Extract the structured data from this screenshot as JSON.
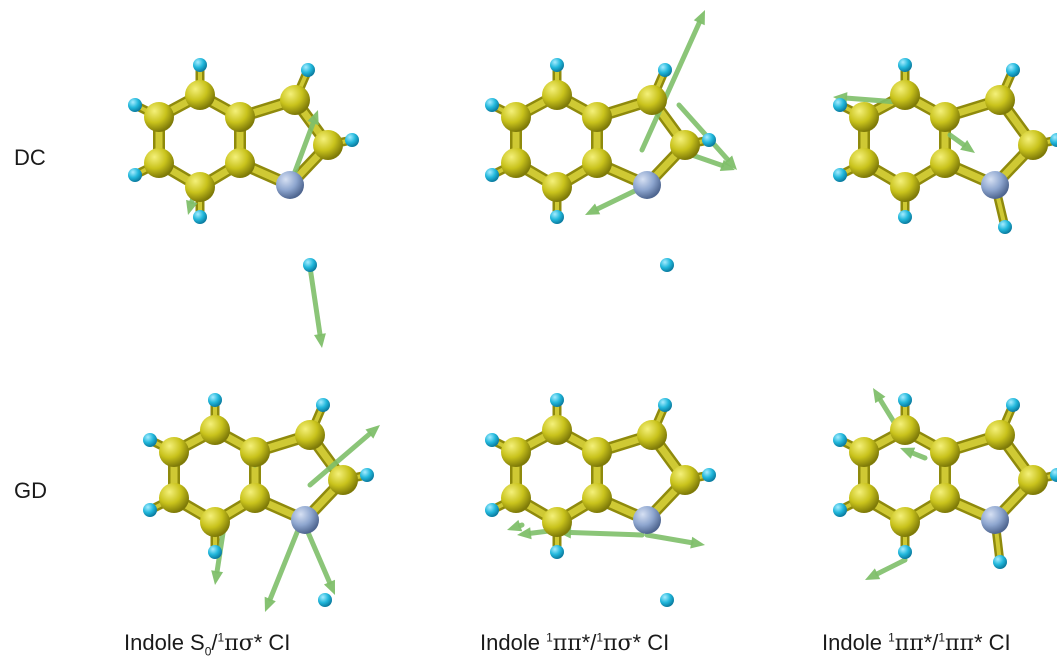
{
  "row_labels": [
    "DC",
    "GD"
  ],
  "captions": [
    {
      "prefix": "Indole S",
      "sub": "0",
      "mid1": "/",
      "sup1": "1",
      "g1": "πσ",
      "star1": "*",
      "tail": " CI"
    },
    {
      "prefix": "Indole ",
      "sup0": "1",
      "g0": "ππ",
      "star0": "*",
      "mid1": "/",
      "sup1": "1",
      "g1": "πσ",
      "star1": "*",
      "tail": " CI"
    },
    {
      "prefix": "Indole ",
      "sup0": "1",
      "g0": "ππ",
      "star0": "*",
      "mid1": "/",
      "sup1": "1",
      "g1": "ππ",
      "star1": "*",
      "tail": " CI"
    }
  ],
  "colors": {
    "carbon": "#c7c21a",
    "nitrogen": "#8fa6cf",
    "hydrogen": "#22b8dc",
    "bond": "#b6b015",
    "vector": "#7fbf6a"
  }
}
